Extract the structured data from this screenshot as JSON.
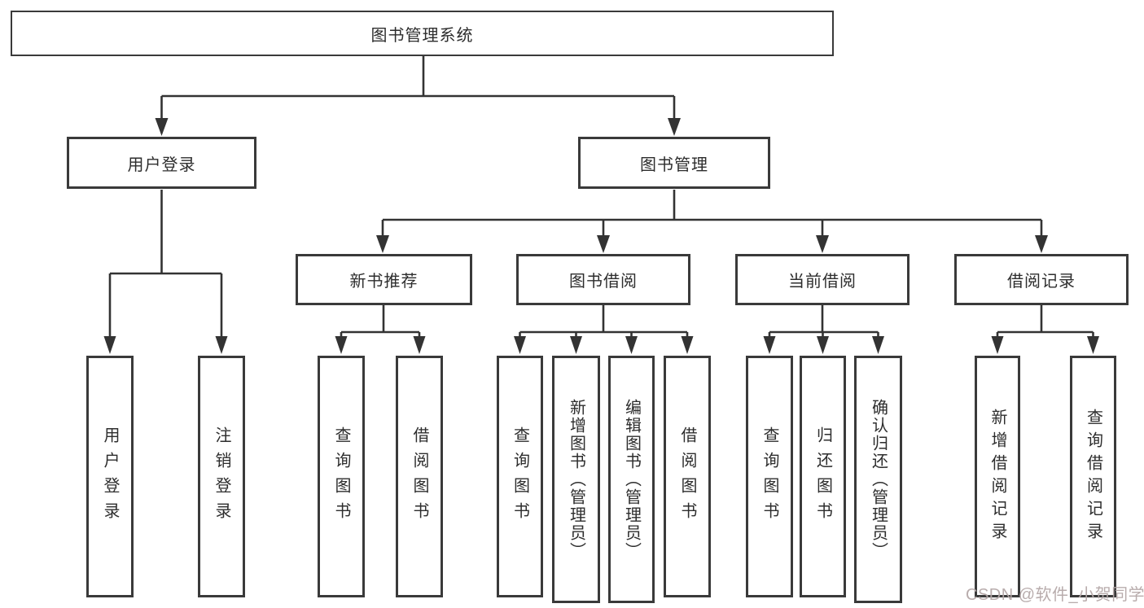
{
  "colors": {
    "background": "#ffffff",
    "line": "#333333",
    "box_border": "#3a3a3a",
    "text": "#2d2d2d",
    "watermark": "#b5a8a8"
  },
  "tree": {
    "root": {
      "label": "图书管理系统"
    },
    "level1": [
      {
        "label": "用户登录",
        "children": [
          "用户登录",
          "注销登录"
        ]
      },
      {
        "label": "图书管理",
        "sections": [
          {
            "label": "新书推荐",
            "children": [
              "查询图书",
              "借阅图书"
            ]
          },
          {
            "label": "图书借阅",
            "children": [
              "查询图书",
              "新增图书（管理员）",
              "编辑图书（管理员）",
              "借阅图书"
            ]
          },
          {
            "label": "当前借阅",
            "children": [
              "查询图书",
              "归还图书",
              "确认归还（管理员）"
            ]
          },
          {
            "label": "借阅记录",
            "children": [
              "新增借阅记录",
              "查询借阅记录"
            ]
          }
        ]
      }
    ]
  },
  "watermark": {
    "text": "CSDN @软件_小贺同学"
  }
}
